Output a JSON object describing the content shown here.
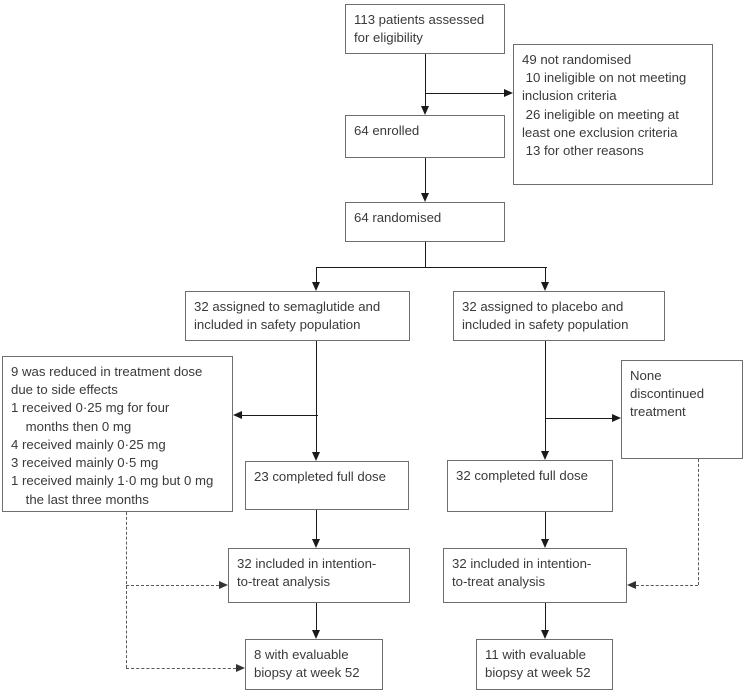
{
  "figure": {
    "kind": "consort-trial-flow-diagram",
    "background_color": "#ffffff",
    "box_border_color": "#6e6e6e",
    "text_color": "#3a3a3a",
    "solid_arrow_color": "#1a1a1a",
    "dashed_line_color": "#595959"
  },
  "boxes": {
    "assessed": {
      "lines": [
        "113 patients assessed",
        "for eligibility"
      ]
    },
    "not_randomised": {
      "lines": [
        "49 not randomised",
        " 10 ineligible on not meeting",
        "inclusion criteria",
        " 26 ineligible on meeting at",
        "least one exclusion criteria",
        " 13 for other reasons"
      ]
    },
    "enrolled": {
      "lines": [
        "64 enrolled"
      ]
    },
    "randomised": {
      "lines": [
        "64 randomised"
      ]
    },
    "sema_assigned": {
      "lines": [
        "32 assigned to semaglutide and",
        "included in safety population"
      ]
    },
    "placebo_assigned": {
      "lines": [
        "32 assigned to placebo and",
        "included in safety population"
      ]
    },
    "dose_reduced": {
      "lines": [
        "9 was reduced in treatment dose",
        "due to side effects",
        "1 received 0·25 mg for four",
        "    months then 0 mg",
        "4 received mainly 0·25 mg",
        "3 received mainly 0·5 mg",
        "1 received mainly 1·0 mg but 0 mg",
        "    the last three months"
      ]
    },
    "none_discontinued": {
      "lines": [
        "None",
        "discontinued",
        "treatment"
      ]
    },
    "sema_completed": {
      "lines": [
        "23 completed full dose"
      ]
    },
    "placebo_completed": {
      "lines": [
        "32 completed full dose"
      ]
    },
    "sema_itt": {
      "lines": [
        "32 included in intention-",
        "to-treat analysis"
      ]
    },
    "placebo_itt": {
      "lines": [
        "32 included in intention-",
        "to-treat analysis"
      ]
    },
    "sema_biopsy": {
      "lines": [
        "8 with evaluable",
        "biopsy at week 52"
      ]
    },
    "placebo_biopsy": {
      "lines": [
        "11 with evaluable",
        "biopsy at week 52"
      ]
    }
  }
}
